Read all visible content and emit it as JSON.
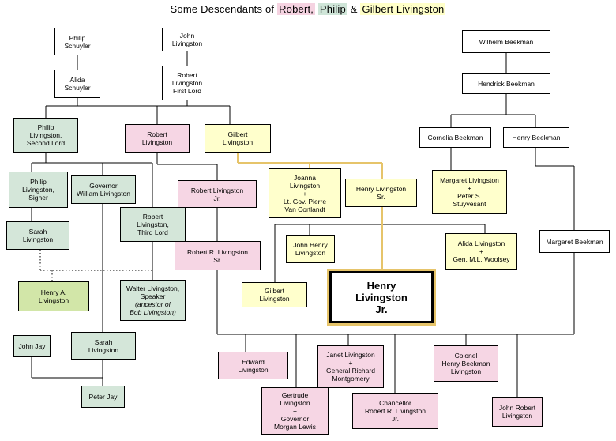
{
  "title": {
    "prefix": "Some Descendants of ",
    "robert": "Robert,",
    "philip": "Philip",
    "amp": " & ",
    "gilbert": "Gilbert Livingston"
  },
  "people": {
    "philip_schuyler": "Philip\nSchuyler",
    "john_livingston": "John\nLivingston",
    "wilhelm_beekman": "Wilhelm Beekman",
    "alida_schuyler": "Alida\nSchuyler",
    "robert_first_lord": "Robert\nLivingston\nFirst  Lord",
    "hendrick_beekman": "Hendrick Beekman",
    "philip_second_lord": "Philip\nLivingston,\nSecond Lord",
    "robert_livingston": "Robert\nLivingston",
    "gilbert_livingston": "Gilbert\nLivingston",
    "cornelia_beekman": "Cornelia Beekman",
    "henry_beekman": "Henry Beekman",
    "philip_signer": "Philip\nLivingston,\nSigner",
    "gov_william": "Governor\nWilliam Livingston",
    "robert_jr": "Robert Livingston\nJr.",
    "joanna": "Joanna\nLivingston\n+\nLt. Gov. Pierre\nVan Cortlandt",
    "henry_sr": "Henry Livingston\nSr.",
    "margaret_peter": "Margaret Livingston\n+\nPeter S.\nStuyvesant",
    "sarah_1": "Sarah\nLivingston",
    "robert_third_lord": "Robert\nLivingston,\nThird Lord",
    "robert_r_sr": "Robert R. Livingston\nSr.",
    "john_henry": "John Henry\nLivingston",
    "alida_woolsey": "Alida Livingston\n+\nGen. M.L. Woolsey",
    "margaret_beekman": "Margaret Beekman",
    "henry_a": "Henry A.\nLivingston",
    "walter_prefix": "Walter Livingston,\nSpeaker",
    "walter_note": "(ancestor of\nBob Livingston)",
    "gilbert_2": "Gilbert\nLivingston",
    "henry_jr": "Henry\nLivingston\nJr.",
    "john_jay": "John Jay",
    "sarah_2": "Sarah\nLivingston",
    "edward": "Edward\nLivingston",
    "janet": "Janet Livingston\n+\nGeneral Richard\nMontgomery",
    "colonel_henry": "Colonel\nHenry Beekman\nLivingston",
    "peter_jay": "Peter Jay",
    "gertrude": "Gertrude\nLivingston\n+\nGovernor\nMorgan Lewis",
    "chancellor": "Chancellor\nRobert R. Livingston\nJr.",
    "john_robert": "John Robert\nLivingston"
  },
  "colors": {
    "robert_line": "#f5d3e1",
    "philip_line": "#cfe5d8",
    "gilbert_line": "#ffffc8",
    "highlight_line": "#e6c46a"
  }
}
